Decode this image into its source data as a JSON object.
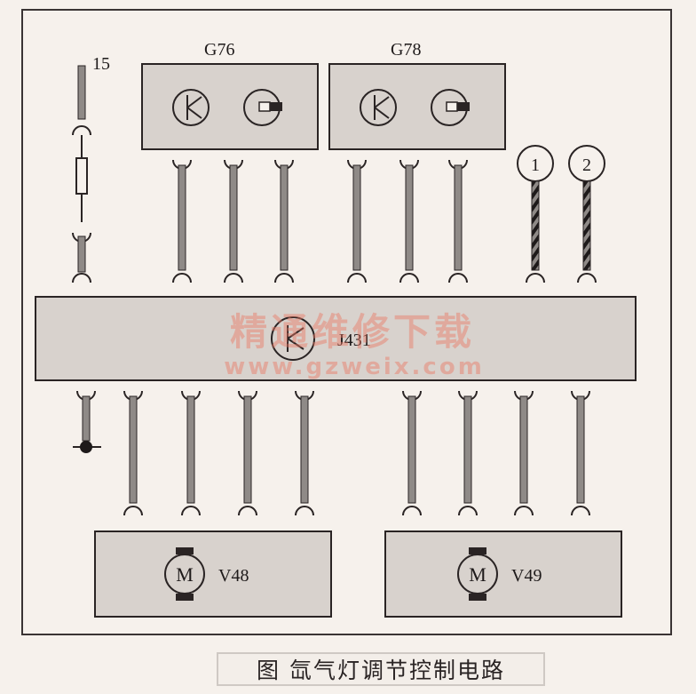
{
  "diagram": {
    "terminal_15_label": "15",
    "sensors": [
      {
        "id": "G76",
        "label": "G76"
      },
      {
        "id": "G78",
        "label": "G78"
      }
    ],
    "connectors": [
      {
        "id": "1",
        "label": "1"
      },
      {
        "id": "2",
        "label": "2"
      }
    ],
    "control_unit_label": "J431",
    "motors": [
      {
        "id": "V48",
        "label": "V48",
        "symbol": "M"
      },
      {
        "id": "V49",
        "label": "V49",
        "symbol": "M"
      }
    ],
    "colors": {
      "box_fill": "#d8d2cd",
      "wire": "#8f8a87",
      "line": "#2a2424"
    }
  },
  "watermark": {
    "text": "精通维修下载",
    "url": "www.gzweix.com"
  },
  "caption": "图  氙气灯调节控制电路"
}
